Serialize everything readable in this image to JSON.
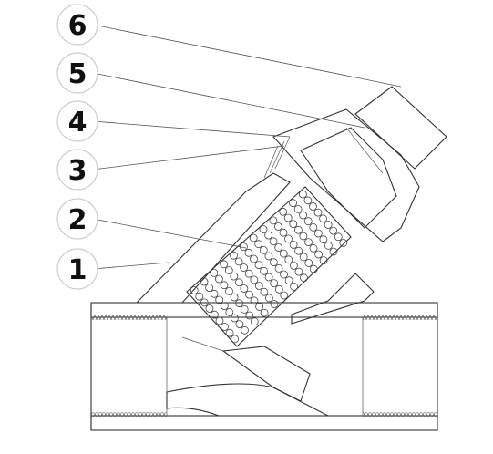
{
  "callouts": [
    {
      "id": "6",
      "label": "6"
    },
    {
      "id": "5",
      "label": "5"
    },
    {
      "id": "4",
      "label": "4"
    },
    {
      "id": "3",
      "label": "3"
    },
    {
      "id": "2",
      "label": "2"
    },
    {
      "id": "1",
      "label": "1"
    }
  ],
  "colors": {
    "line": "#333333",
    "hatch": "#777777",
    "circle_outline": "#cfcfcf",
    "label": "#111111"
  }
}
